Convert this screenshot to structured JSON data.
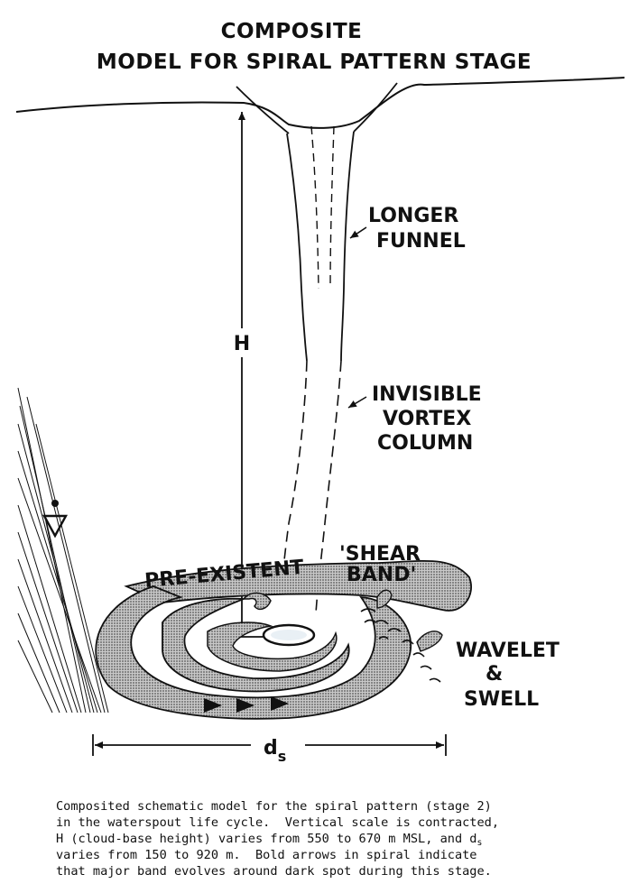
{
  "title": {
    "line1": "COMPOSITE",
    "line2": "MODEL FOR SPIRAL PATTERN STAGE"
  },
  "labels": {
    "longer_funnel": [
      "LONGER",
      "FUNNEL"
    ],
    "invisible_vortex": [
      "INVISIBLE",
      "VORTEX",
      "COLUMN"
    ],
    "height": "H",
    "shear_band_left": "PRE-EXISTENT",
    "shear_band_right": [
      "'SHEAR",
      "BAND'"
    ],
    "wavelet": [
      "WAVELET",
      "&",
      "SWELL"
    ],
    "ds_main": "d",
    "ds_sub": "s"
  },
  "caption": {
    "line1": "Composited schematic model for the spiral pattern (stage 2)",
    "line2": "in the waterspout life cycle.  Vertical scale is contracted,",
    "line3a": "H (cloud-base height) varies from 550 to 670 m MSL, and d",
    "line3sub": "s",
    "line4": "varies from 150 to 920 m.  Bold arrows in spiral indicate",
    "line5": "that major band evolves around dark spot during this stage."
  },
  "icons": [
    "rain-shaft-lines",
    "weather-symbol-icon",
    "bold-arrow-icon",
    "dimension-arrow-icon"
  ],
  "colors": {
    "ink": "#111111",
    "stipple": "#9a9a9a",
    "paper": "#ffffff"
  }
}
